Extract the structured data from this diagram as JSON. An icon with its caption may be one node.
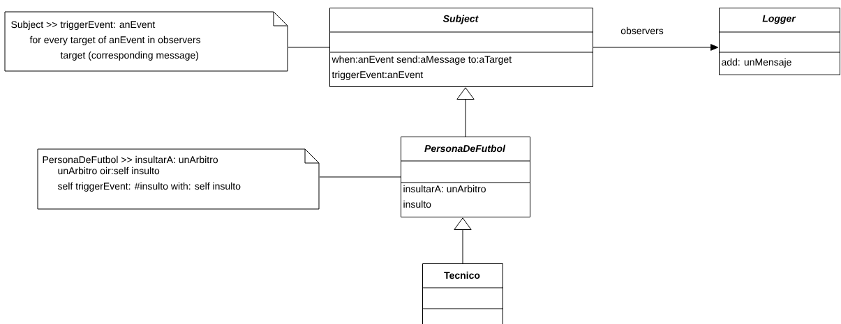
{
  "diagram": {
    "nodes": [
      {
        "text": [
          "Subject >> triggerEvent: anEvent",
          "for every target of anEvent in observers",
          "target (corresponding message)"
        ]
      },
      {
        "text": [
          "Subject",
          "when:anEvent send:aMessage to:aTarget",
          "triggerEvent:anEvent"
        ]
      },
      {
        "text": [
          "Logger",
          "add: unMensaje"
        ]
      },
      {
        "text": [
          "PersonaDeFutbol >> insultarA: unArbitro",
          "unArbitro oir:self insulto",
          "self triggerEvent: #insulto with: self insulto"
        ]
      },
      {
        "text": [
          "PersonaDeFutbol",
          "insultarA: unArbitro",
          "insulto"
        ]
      },
      {
        "text": [
          "Tecnico"
        ]
      }
    ],
    "edges": [
      {
        "from": 0,
        "to": 1,
        "arrow": "none"
      },
      {
        "from": 1,
        "to": 2,
        "arrow": "to",
        "label": "observers"
      },
      {
        "from": 3,
        "to": 4,
        "arrow": "none"
      },
      {
        "from": 4,
        "to": 1,
        "arrow": "to"
      },
      {
        "from": 5,
        "to": 4,
        "arrow": "to"
      }
    ]
  }
}
